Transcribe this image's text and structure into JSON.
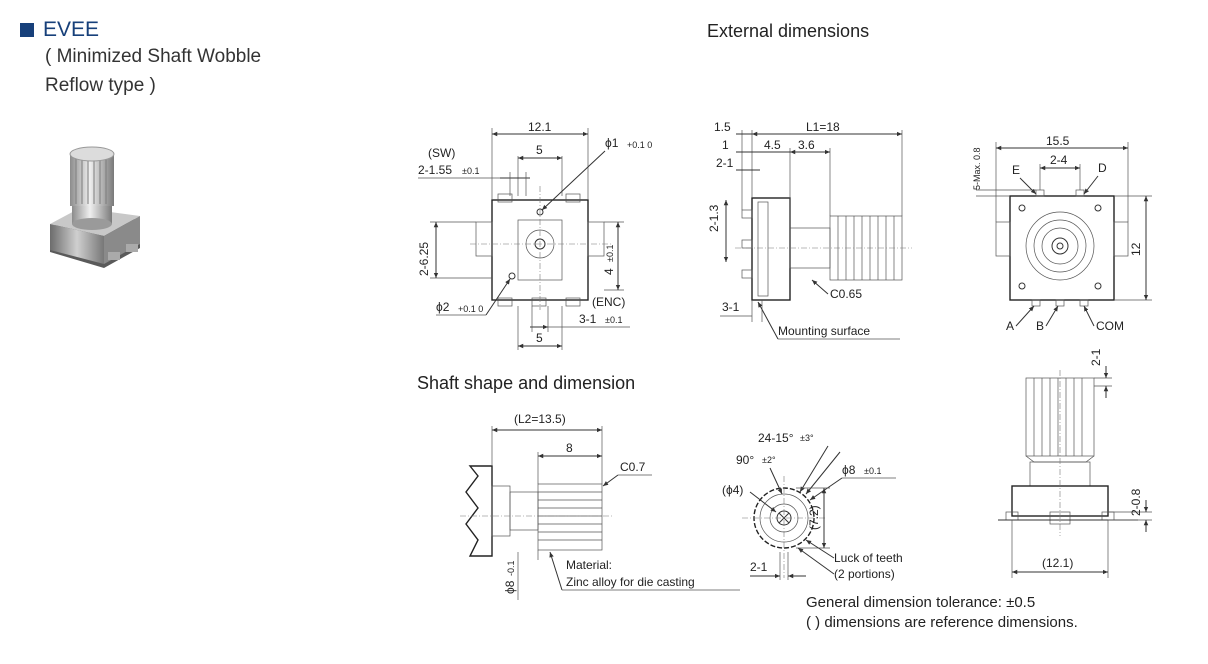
{
  "header": {
    "title": "EVEE",
    "subtitle_line1": "( Minimized Shaft Wobble",
    "subtitle_line2": "Reflow type )"
  },
  "sections": {
    "external": "External dimensions",
    "shaft": "Shaft shape and dimension"
  },
  "front_view": {
    "width": "12.1",
    "sw": "(SW)",
    "sw_pitch": "2-1.55",
    "sw_pitch_tol": "±0.1",
    "sw_span": "5",
    "phi1": "ϕ1",
    "phi1_tol": "+0.1 0",
    "left_dim": "2-6.25",
    "right_dim": "4",
    "right_dim_tol": "±0.1",
    "phi2": "ϕ2",
    "phi2_tol": "+0.1 0",
    "enc": "(ENC)",
    "enc_pitch": "3-1",
    "enc_pitch_tol": "±0.1",
    "bottom_span": "5"
  },
  "side_view": {
    "d15": "1.5",
    "l1": "L1=18",
    "d1": "1",
    "d45": "4.5",
    "d36": "3.6",
    "d21": "2-1",
    "d213": "2-1.3",
    "c065": "C0.65",
    "d31": "3-1",
    "mount": "Mounting surface"
  },
  "top_view": {
    "width": "15.5",
    "max": "5-Max. 0.8",
    "pitch": "2-4",
    "height": "12",
    "e": "E",
    "d": "D",
    "a": "A",
    "b": "B",
    "com": "COM"
  },
  "shaft_side": {
    "l2": "(L2=13.5)",
    "knurl": "8",
    "c07": "C0.7",
    "dia": "ϕ8",
    "dia_tol": "-0.1",
    "material": "Material:",
    "material_value": "Zinc alloy for die casting"
  },
  "shaft_end": {
    "teeth": "24-15°",
    "teeth_tol": "±3°",
    "angle": "90°",
    "angle_tol": "±2°",
    "phi4": "(ϕ4)",
    "phi8": "ϕ8",
    "phi8_tol": "±0.1",
    "d72": "(7.2)",
    "d21": "2-1",
    "luck": "Luck of teeth",
    "portions": "(2 portions)"
  },
  "assembly": {
    "d21": "2-1",
    "d208": "2-0.8",
    "width": "(12.1)"
  },
  "notes": {
    "tolerance": "General dimension tolerance: ±0.5",
    "reference": "(  ) dimensions are reference dimensions."
  }
}
